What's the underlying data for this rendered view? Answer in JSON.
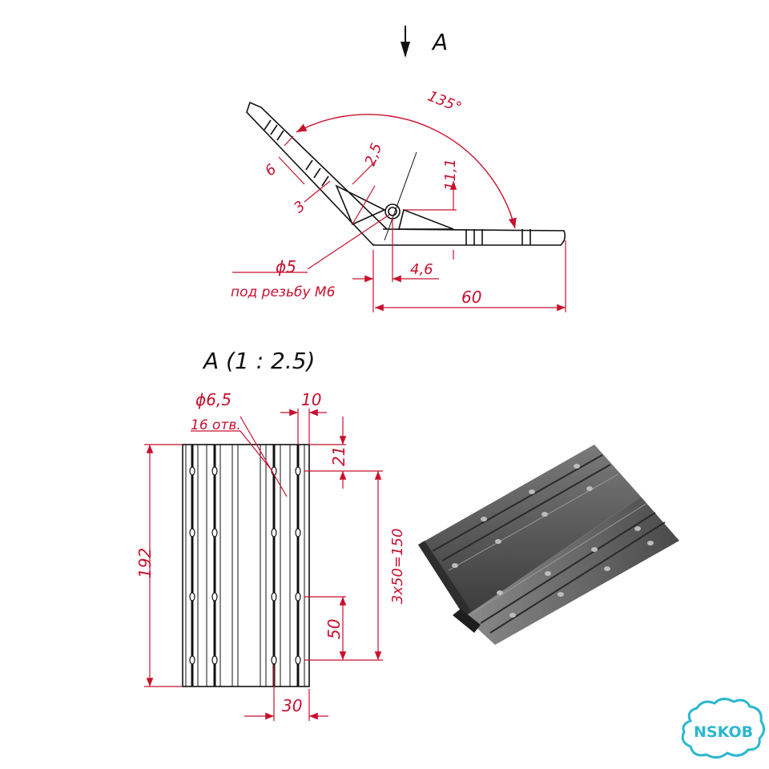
{
  "view_arrow_label": "A",
  "angle_label": "135°",
  "top_dims": {
    "d6": "6",
    "d3": "3",
    "d25": "2,5",
    "d111": "11,1",
    "d46": "4,6",
    "d60": "60",
    "hole_dia": "ϕ5",
    "hole_note": "под резьбу М6"
  },
  "view_title": "A (1 : 2.5)",
  "bottom_dims": {
    "hole_dia": "ϕ6,5",
    "hole_count": "16 отв.",
    "d10": "10",
    "d21": "21",
    "d192": "192",
    "d150": "3x50=150",
    "d50": "50",
    "d30": "30"
  },
  "logo": "NSKOB",
  "colors": {
    "dim": "#c8102e",
    "line": "#111111",
    "logo": "#2bb7cf",
    "metal": "#5a5a5a"
  }
}
